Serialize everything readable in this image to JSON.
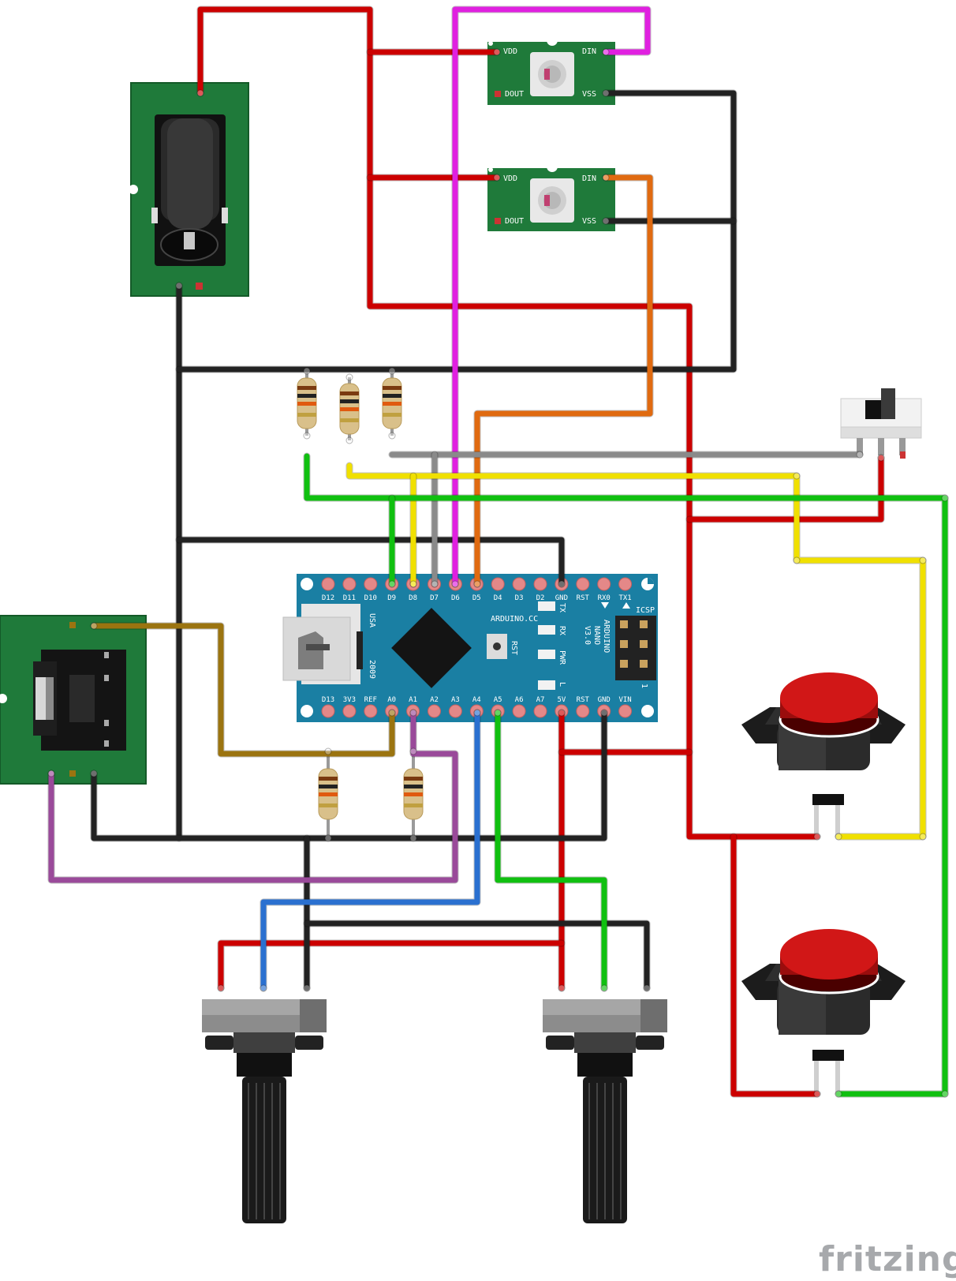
{
  "brand": "fritzing",
  "colors": {
    "pcb": "#1f7a3a",
    "nano": "#1a7fa3",
    "red": "#cc0000",
    "black": "#222222",
    "magenta": "#e020e0",
    "orange": "#e06a10",
    "yellow": "#f0e000",
    "green": "#10c010",
    "gray": "#8a8a8a",
    "brown": "#9b7410",
    "purple": "#9a4a9a",
    "blue": "#2a70d0",
    "button": "#cc1a1a"
  },
  "led_modules": [
    {
      "vdd": "VDD",
      "din": "DIN",
      "dout": "DOUT",
      "vss": "VSS"
    },
    {
      "vdd": "VDD",
      "din": "DIN",
      "dout": "DOUT",
      "vss": "VSS"
    }
  ],
  "nano": {
    "top_pins": [
      "D12",
      "D11",
      "D10",
      "D9",
      "D8",
      "D7",
      "D6",
      "D5",
      "D4",
      "D3",
      "D2",
      "GND",
      "RST",
      "RX0",
      "TX1"
    ],
    "bottom_pins": [
      "D13",
      "3V3",
      "REF",
      "A0",
      "A1",
      "A2",
      "A3",
      "A4",
      "A5",
      "A6",
      "A7",
      "5V",
      "RST",
      "GND",
      "VIN"
    ],
    "brand_text": "ARDUINO.CC",
    "model_lines": [
      "ARDUINO",
      "NANO",
      "V3.0"
    ],
    "usa": "USA",
    "year": "2009",
    "rst_button": "RST",
    "leds": [
      "TX",
      "RX",
      "PWR",
      "L"
    ],
    "icsp": "ICSP",
    "icsp_one": "1"
  }
}
